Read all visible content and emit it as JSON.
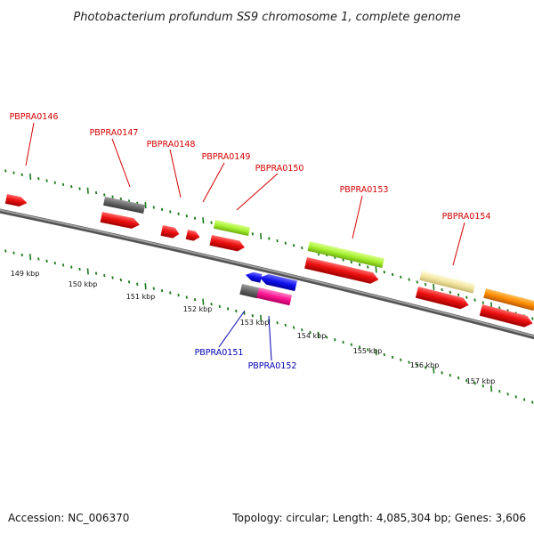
{
  "title": "Photobacterium profundum SS9 chromosome 1, complete genome",
  "accession": "Accession: NC_006370",
  "topology": "Topology: circular; Length: 4,085,304 bp; Genes: 3,606",
  "colors": {
    "label_forward": "#d40000",
    "label_reverse": "#0000b0",
    "tick": "#1a7a1a",
    "backbone": "#7a7a7a",
    "red": "#ee1111",
    "grey": "#666666",
    "lime": "#a6f030",
    "pale_yellow": "#f2e6a0",
    "orange": "#ff8c00",
    "blue": "#1111ee",
    "pink": "#ff1493"
  },
  "scale": {
    "unit": "kbp",
    "labels": [
      "149 kbp",
      "150 kbp",
      "151 kbp",
      "152 kbp",
      "153 kbp",
      "154 kbp",
      "155 kbp",
      "156 kbp",
      "157 kbp"
    ]
  },
  "genes_labeled": [
    {
      "name": "PBPRA0146",
      "strand": "forward"
    },
    {
      "name": "PBPRA0147",
      "strand": "forward"
    },
    {
      "name": "PBPRA0148",
      "strand": "forward"
    },
    {
      "name": "PBPRA0149",
      "strand": "forward"
    },
    {
      "name": "PBPRA0150",
      "strand": "forward"
    },
    {
      "name": "PBPRA0153",
      "strand": "forward"
    },
    {
      "name": "PBPRA0154",
      "strand": "forward"
    },
    {
      "name": "PBPRA0151",
      "strand": "reverse"
    },
    {
      "name": "PBPRA0152",
      "strand": "reverse"
    }
  ]
}
